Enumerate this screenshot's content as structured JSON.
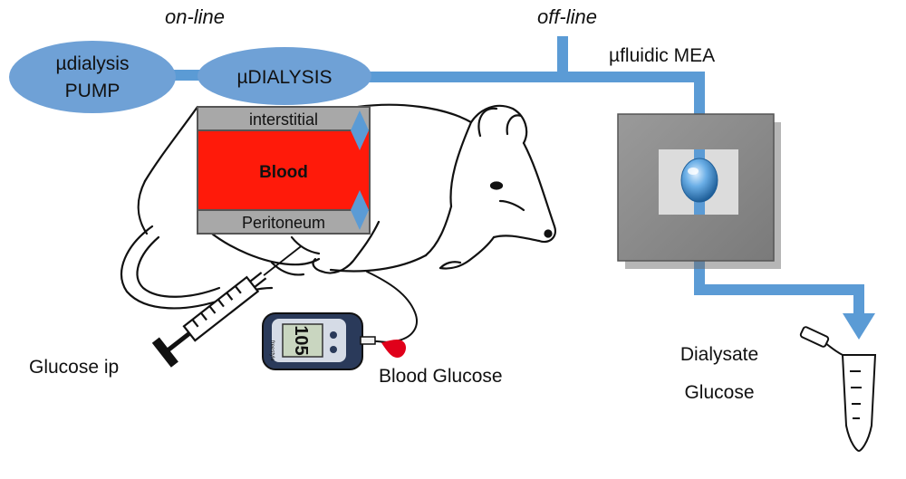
{
  "labels": {
    "online": "on-line",
    "offline": "off-line",
    "pump_line1": "µdialysis",
    "pump_line2": "PUMP",
    "probe": "µDIALYSIS",
    "mea": "µfluidic MEA",
    "interstitial": "interstitial",
    "blood": "Blood",
    "peritoneum": "Peritoneum",
    "glucose_ip": "Glucose ip",
    "blood_glucose": "Blood Glucose",
    "dialysate_line1": "Dialysate",
    "dialysate_line2": "Glucose",
    "meter_reading": "105",
    "meter_brand": "freestyle"
  },
  "colors": {
    "tube": "#5b9bd5",
    "ellipse": "#6fa1d6",
    "blood": "#ff1a0a",
    "tissue": "#a8a8a8",
    "chip_outer": "#8c8c8c",
    "chip_inner": "#d8d8d8",
    "blood_drop": "#e0001a"
  }
}
